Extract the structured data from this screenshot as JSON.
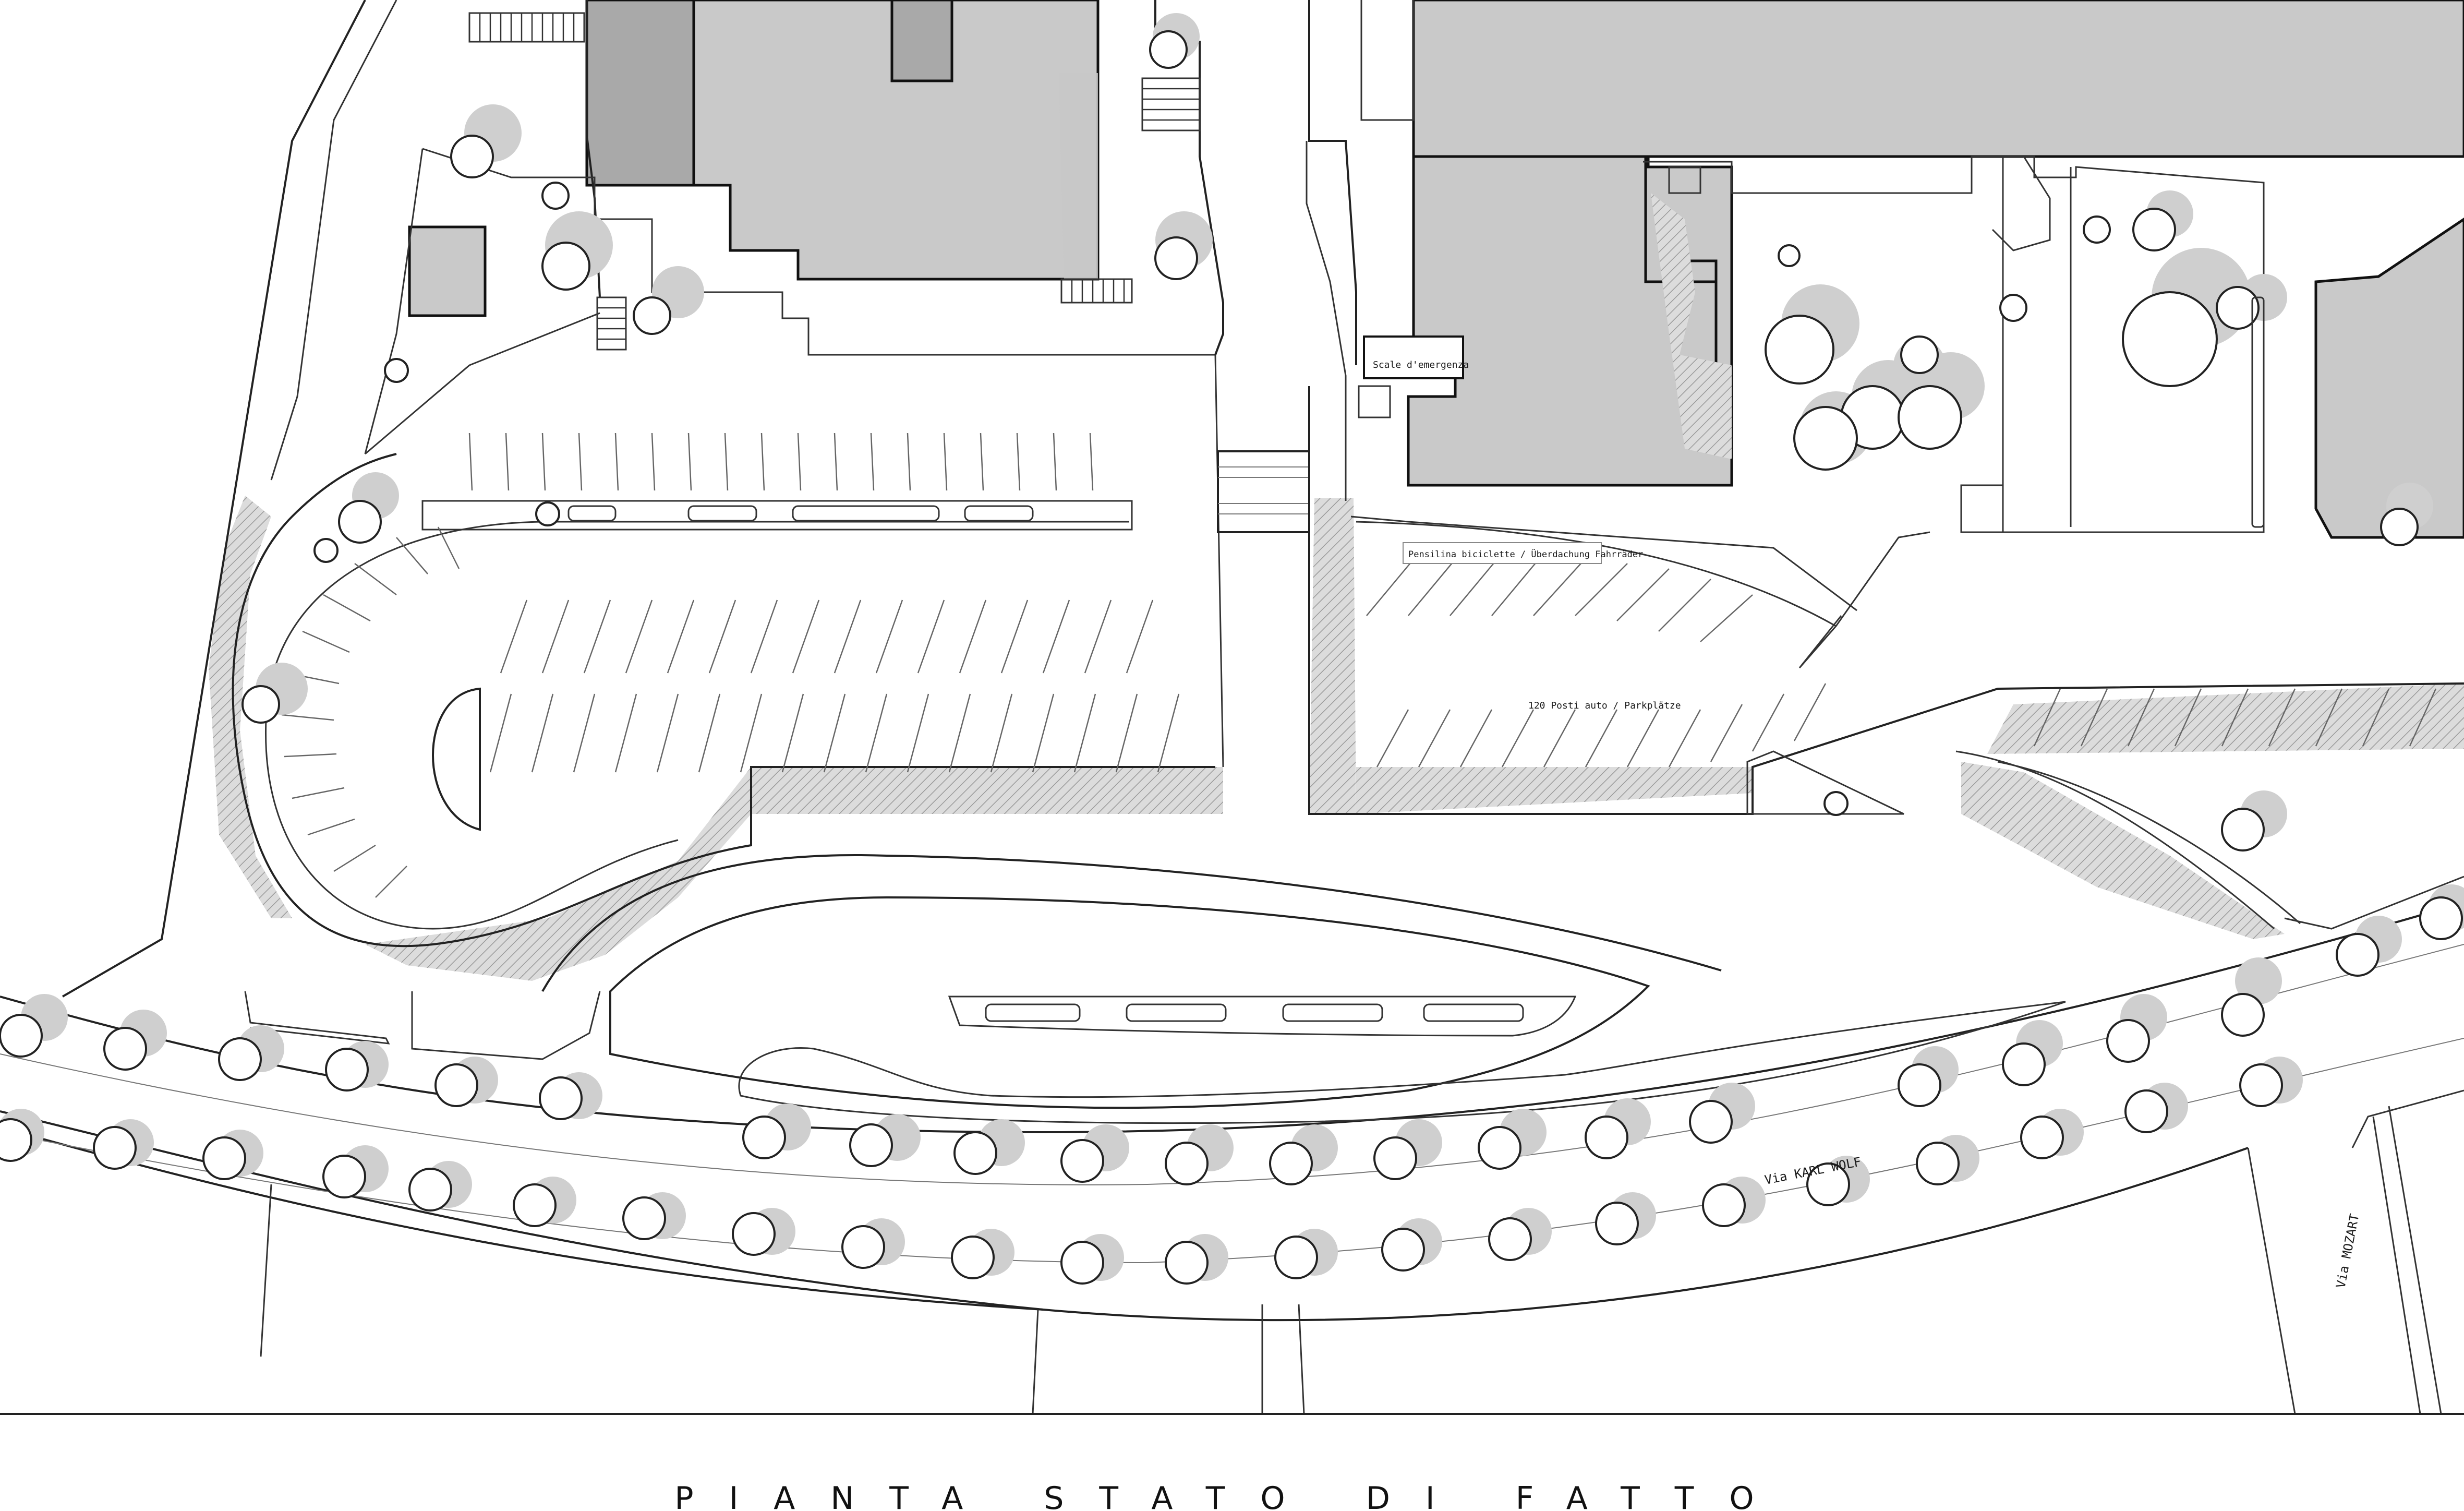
{
  "drawing": {
    "title": "PIANTA STATO DI FATTO",
    "labels": {
      "emergency_stairs": "Scale d'emergenza",
      "bike_shelter": "Pensilina biciclette / Überdachung Fahrräder",
      "parking": "120 Posti auto / Parkplätze",
      "street_karl_wolf": "Via KARL WOLF",
      "street_mozart": "Via MOZART"
    }
  },
  "colors": {
    "line": "#222222",
    "building": "#c9c9c9",
    "building_dark": "#a9a9a9",
    "shadow": "#c8c8c8",
    "background": "#ffffff"
  }
}
